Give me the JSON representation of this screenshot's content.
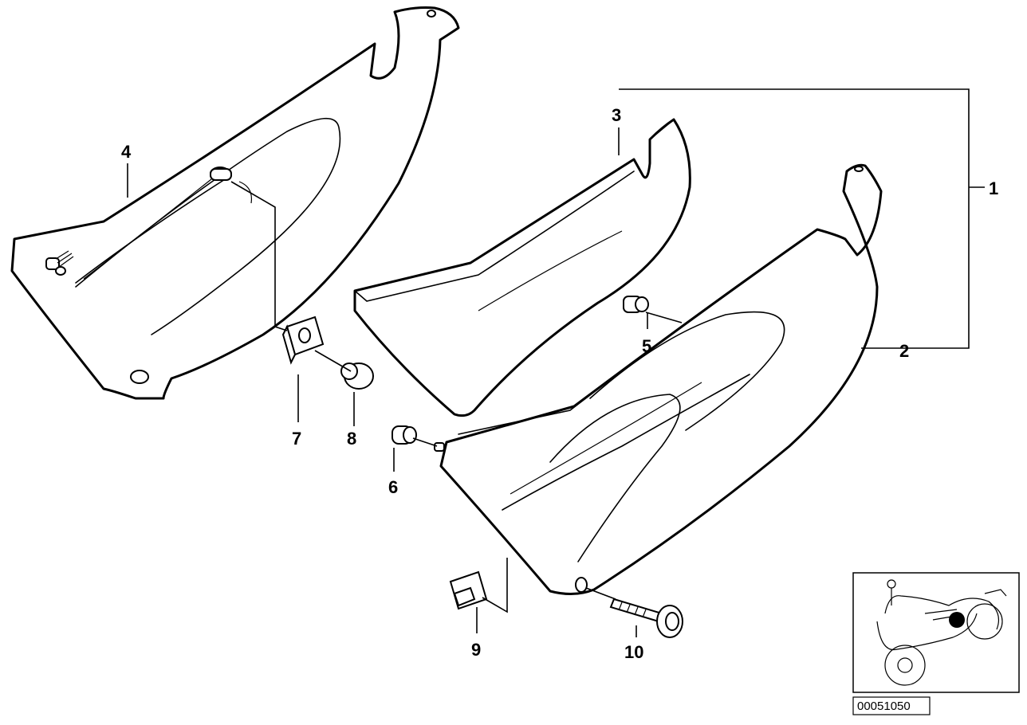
{
  "diagram": {
    "callouts": {
      "c1": "1",
      "c2": "2",
      "c3": "3",
      "c4": "4",
      "c5": "5",
      "c6": "6",
      "c7": "7",
      "c8": "8",
      "c9": "9",
      "c10": "10"
    },
    "reference_number": "00051050"
  }
}
